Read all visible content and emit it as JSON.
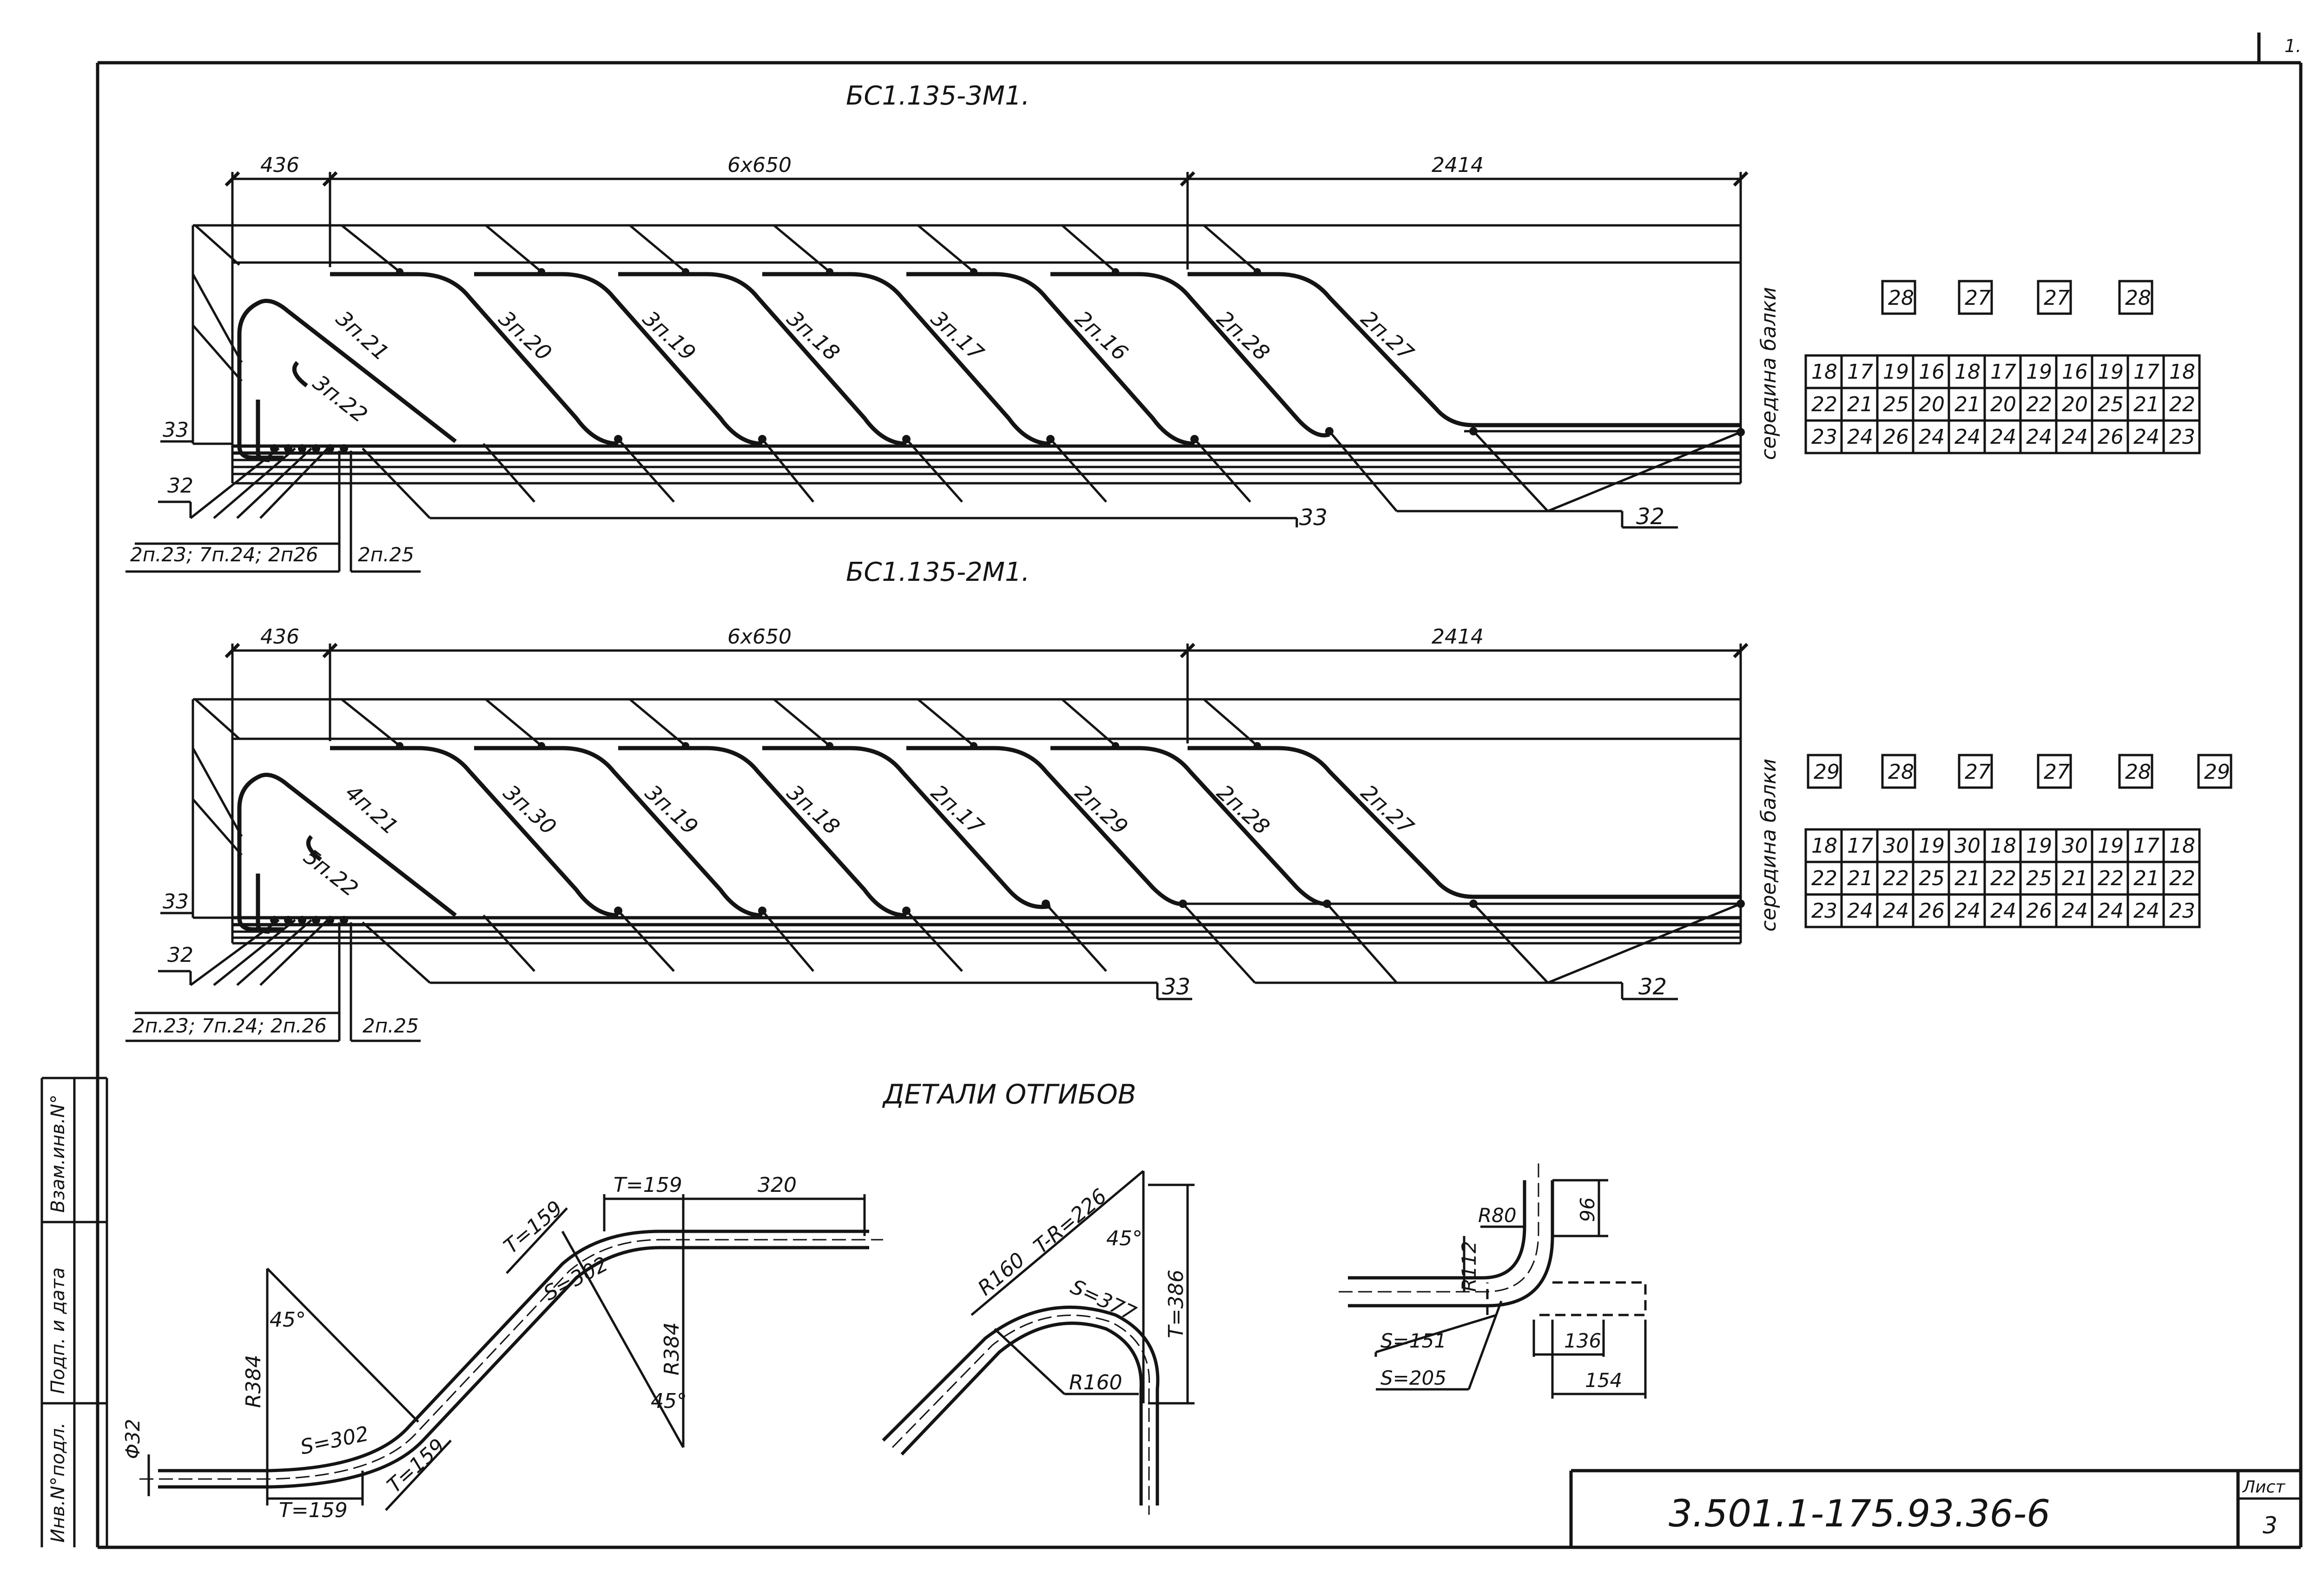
{
  "sheet": {
    "corner_mark": "1.",
    "document_code": "3.501.1-175.93.36-6",
    "sheet_label": "Лист",
    "sheet_number": "3",
    "side_stamp": [
      "Инв.N°подл.",
      "Подп. и дата",
      "Взам.инв.N°"
    ]
  },
  "beam1": {
    "title": "БС1.135-3М1.",
    "dims": [
      "436",
      "6x650",
      "2414"
    ],
    "bars": [
      "3п.21",
      "3п.20",
      "3п.19",
      "3п.18",
      "3п.17",
      "2п.16",
      "2п.28",
      "2п.27"
    ],
    "hook_label": "3п.22",
    "side_label": "середина балки",
    "marks": {
      "m33_left": "33",
      "m32_left": "32",
      "m33_bottom": "33",
      "m32_bottom": "32"
    },
    "bottom_labels": [
      "2п.23; 7п.24; 2п26",
      "2п.25"
    ],
    "boxes": [
      "28",
      "27",
      "27",
      "28"
    ],
    "table": [
      [
        "18",
        "17",
        "19",
        "16",
        "18",
        "17",
        "19",
        "16",
        "19",
        "17",
        "18"
      ],
      [
        "22",
        "21",
        "25",
        "20",
        "21",
        "20",
        "22",
        "20",
        "25",
        "21",
        "22"
      ],
      [
        "23",
        "24",
        "26",
        "24",
        "24",
        "24",
        "24",
        "24",
        "26",
        "24",
        "23"
      ]
    ]
  },
  "beam2": {
    "title": "БС1.135-2М1.",
    "dims": [
      "436",
      "6x650",
      "2414"
    ],
    "bars": [
      "4п.21",
      "3п.30",
      "3п.19",
      "3п.18",
      "2п.17",
      "2п.29",
      "2п.28",
      "2п.27"
    ],
    "hook_label": "5п.22",
    "side_label": "середина балки",
    "marks": {
      "m33_left": "33",
      "m32_left": "32",
      "m33_bottom": "33",
      "m32_bottom": "32"
    },
    "bottom_labels": [
      "2п.23; 7п.24; 2п.26",
      "2п.25"
    ],
    "boxes": [
      "29",
      "28",
      "27",
      "27",
      "28",
      "29"
    ],
    "table": [
      [
        "18",
        "17",
        "30",
        "19",
        "30",
        "18",
        "19",
        "30",
        "19",
        "17",
        "18"
      ],
      [
        "22",
        "21",
        "22",
        "25",
        "21",
        "22",
        "25",
        "21",
        "22",
        "21",
        "22"
      ],
      [
        "23",
        "24",
        "24",
        "26",
        "24",
        "24",
        "26",
        "24",
        "24",
        "24",
        "23"
      ]
    ]
  },
  "details": {
    "title": "ДЕТАЛИ  ОТГИБОВ",
    "d1": {
      "diameter": "Φ32",
      "r_left": "R384",
      "ang_left": "45°",
      "s_left": "S=302",
      "t_bottom": "T=159",
      "t_diag": "T=159",
      "t_upper_diag": "T=159",
      "t_top": "T=159",
      "len_top": "320",
      "s_right": "S=302",
      "r_right": "R384",
      "ang_right": "45°"
    },
    "d2": {
      "r_outer": "R160",
      "t_r": "T-R=226",
      "ang": "45°",
      "s": "S=377",
      "t_vert": "T=386",
      "r_inner": "R160"
    },
    "d3": {
      "r80": "R80",
      "r112": "R112",
      "d96": "96",
      "s151": "S=151",
      "s205": "S=205",
      "d136": "136",
      "d154": "154"
    }
  }
}
